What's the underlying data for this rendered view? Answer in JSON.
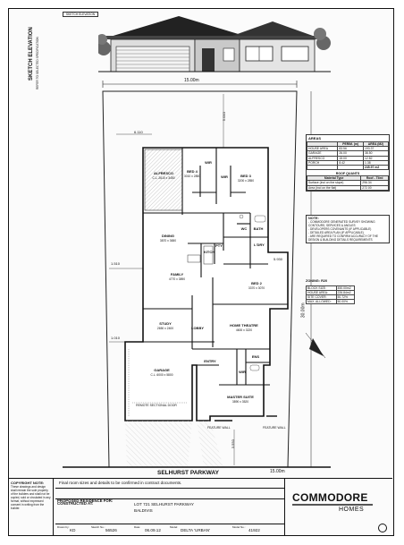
{
  "elevation": {
    "header_box": "SKETCH ELEVATION",
    "side_label": "SKETCH ELEVATION",
    "side_note": "REFER TO SELECTED SPECIFICATION"
  },
  "dimensions": {
    "top_width": "15.00m",
    "bottom_width": "15.00m",
    "depth": "30.00m",
    "front_setback": "5.010",
    "left_gap": "6.110",
    "right_gap": "5.930",
    "side_1": "1.510",
    "side_2": "1.010",
    "rear_setback": "3.550"
  },
  "rooms": [
    {
      "name": "ALFRESCO",
      "size": "C.L. 2610 x 3450"
    },
    {
      "name": "BED 4",
      "size": "3010 x 2850"
    },
    {
      "name": "WIR",
      "size": ""
    },
    {
      "name": "BED 3",
      "size": "3200 x 2850"
    },
    {
      "name": "WIR",
      "size": ""
    },
    {
      "name": "BATH",
      "size": ""
    },
    {
      "name": "WC",
      "size": ""
    },
    {
      "name": "L'DRY",
      "size": ""
    },
    {
      "name": "DINING",
      "size": "3870 x 3650"
    },
    {
      "name": "KITCH",
      "size": ""
    },
    {
      "name": "PTY",
      "size": ""
    },
    {
      "name": "FAMILY",
      "size": "4770 x 3890"
    },
    {
      "name": "BED 2",
      "size": "3370 x 3070"
    },
    {
      "name": "STUDY",
      "size": "2650 x 2400"
    },
    {
      "name": "LOBBY",
      "size": ""
    },
    {
      "name": "HOME THEATRE",
      "size": "4600 x 3220"
    },
    {
      "name": "GARAGE",
      "size": "C.L. 6000 x 5800"
    },
    {
      "name": "ENTRY",
      "size": ""
    },
    {
      "name": "ENS",
      "size": ""
    },
    {
      "name": "WIR",
      "size": ""
    },
    {
      "name": "MASTER SUITE",
      "size": "3890 x 3520"
    }
  ],
  "street_name": "SELHURST PARKWAY",
  "annotations": {
    "feature_wall_1": "FEATURE WALL",
    "feature_wall_2": "FEATURE WALL",
    "sectional_door": "REMOTE SECTIONAL DOOR"
  },
  "areas_table": {
    "title": "AREAS",
    "headers": [
      "",
      "PERIM. (m)",
      "AREA (M2)"
    ],
    "rows": [
      [
        "HOUSE AREA",
        "83.56",
        "193.37"
      ],
      [
        "GARAGE",
        "26.00",
        "38.50"
      ],
      [
        "ALFRESCO",
        "15.00",
        "12.82"
      ],
      [
        "PORCH",
        "8.42",
        "1.38"
      ],
      [
        "",
        "",
        "245.97 m2"
      ]
    ],
    "roof_title": "ROOF QUANTS",
    "roof_headers": [
      "Material Type",
      "Roof - Tiled"
    ],
    "roof_rows": [
      [
        "Surface (incl on the slope)",
        "296.34"
      ],
      [
        "Area (incl on the flat)",
        "272.00"
      ]
    ]
  },
  "notes": {
    "title": "NOTE:",
    "lines": [
      "- COMMODORE GENERATED SURVEY SHOWING",
      "  CONTOURS, SERVICES & ANGLES",
      "- DEVELOPERS COVENANTS (IF APPLICABLE)",
      "- DETAILED AREA PLAN (IF APPLICABLE)",
      "- ARE REQUIRED TO CONFIRM ACCURACY OF THE",
      "  DESIGN & BUILDING DETAILS REQUIREMENTS"
    ]
  },
  "zoning": {
    "title": "ZONING: R20",
    "rows": [
      [
        "BLOCK SIZE:",
        "450.00m2"
      ],
      [
        "HOUSE AREA:",
        "226.84m2"
      ],
      [
        "SITE COVER:",
        "50.72%"
      ],
      [
        "MAX. ALLOWED:",
        "50.00%"
      ]
    ]
  },
  "disclaimer": "Final room sizes and details to be confirmed in contract documents.",
  "copyright": {
    "title": "COPYRIGHT NOTE:",
    "text": "These drawings and design shall remain the sole property of the builders and shall not be copied, sold or circulated in any format, without expressed consent in writing from the builder."
  },
  "title_block": {
    "proposed_label": "PROPOSED RESIDENCE FOR:",
    "proposed_value": "",
    "constructed_label": "CONSTRUCTED AT:",
    "address_line1": "LOT 721 SELHURST PARKWAY",
    "address_line2": "BALDIVIS",
    "drawn_label": "Drawn by:",
    "drawn_value": "KD",
    "sketch_label": "Sketch No.:",
    "sketch_value": "56526",
    "date_label": "Date:",
    "date_value": "06.09.12",
    "model_label": "Model:",
    "model_value": "DELTA 'URBAN'",
    "model_no_label": "Model No.:",
    "model_no_value": "41922"
  },
  "brand": {
    "name": "COMMODORE",
    "sub": "HOMES",
    "color": "#111111",
    "accent": "#555555"
  }
}
